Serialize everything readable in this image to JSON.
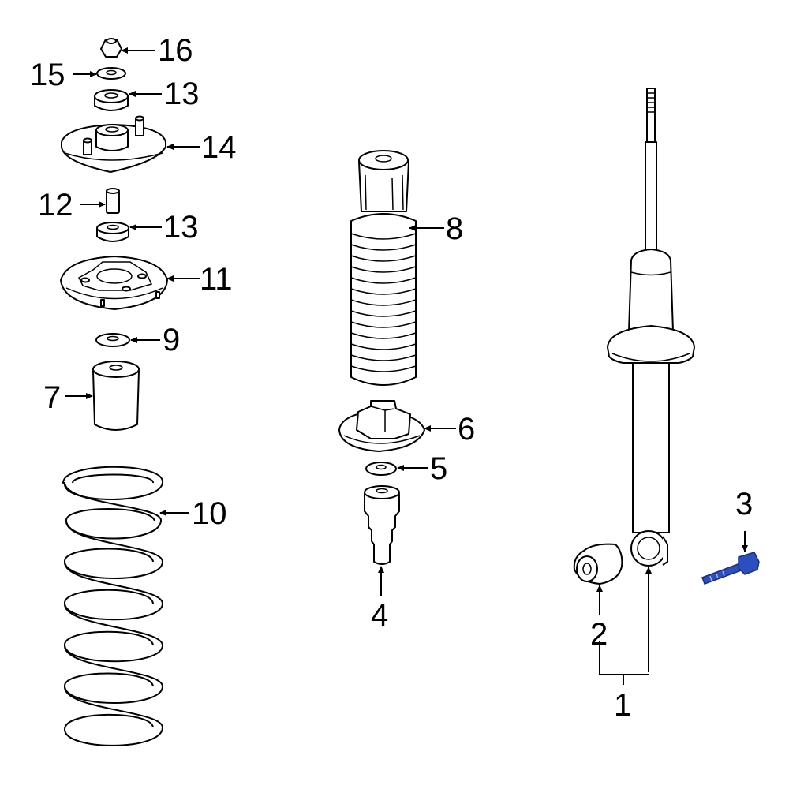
{
  "parts": [
    {
      "id": "part-1",
      "label": "1"
    },
    {
      "id": "part-2",
      "label": "2"
    },
    {
      "id": "part-3",
      "label": "3",
      "color": "#2c4fc0"
    },
    {
      "id": "part-4",
      "label": "4"
    },
    {
      "id": "part-5",
      "label": "5"
    },
    {
      "id": "part-6",
      "label": "6"
    },
    {
      "id": "part-7",
      "label": "7"
    },
    {
      "id": "part-8",
      "label": "8"
    },
    {
      "id": "part-9",
      "label": "9"
    },
    {
      "id": "part-10",
      "label": "10"
    },
    {
      "id": "part-11",
      "label": "11"
    },
    {
      "id": "part-12",
      "label": "12"
    },
    {
      "id": "part-13a",
      "label": "13"
    },
    {
      "id": "part-13b",
      "label": "13"
    },
    {
      "id": "part-14",
      "label": "14"
    },
    {
      "id": "part-15",
      "label": "15"
    },
    {
      "id": "part-16",
      "label": "16"
    }
  ],
  "highlight_color": "#2c4fc0"
}
